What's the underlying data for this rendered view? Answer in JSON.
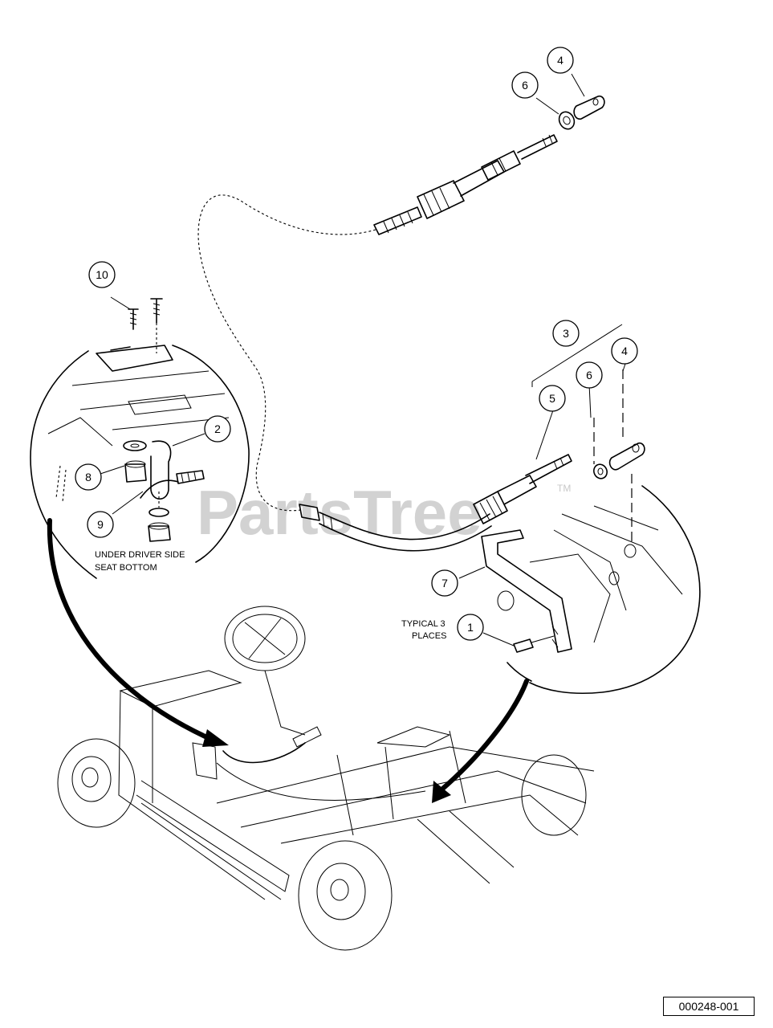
{
  "watermark": {
    "brand": "PartsTree",
    "tm": "TM"
  },
  "figure_id": "000248-001",
  "callouts": [
    {
      "id": "c1",
      "label": "1"
    },
    {
      "id": "c2",
      "label": "2"
    },
    {
      "id": "c3",
      "label": "3"
    },
    {
      "id": "c4a",
      "label": "4"
    },
    {
      "id": "c4b",
      "label": "4"
    },
    {
      "id": "c5",
      "label": "5"
    },
    {
      "id": "c6a",
      "label": "6"
    },
    {
      "id": "c6b",
      "label": "6"
    },
    {
      "id": "c7",
      "label": "7"
    },
    {
      "id": "c8",
      "label": "8"
    },
    {
      "id": "c9",
      "label": "9"
    },
    {
      "id": "c10",
      "label": "10"
    }
  ],
  "notes": {
    "under_seat_line1": "UNDER DRIVER SIDE",
    "under_seat_line2": "SEAT BOTTOM",
    "typical_line1": "TYPICAL 3",
    "typical_line2": "PLACES"
  }
}
